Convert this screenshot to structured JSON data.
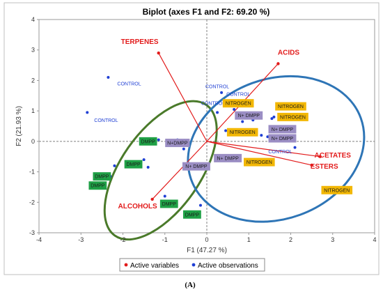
{
  "chart_data": {
    "type": "scatter",
    "title": "Biplot (axes F1 and F2: 69.20 %)",
    "xlabel": "F1 (47.27 %)",
    "ylabel": "F2 (21.93 %)",
    "xlim": [
      -4,
      4
    ],
    "ylim": [
      -3,
      4
    ],
    "x_ticks": [
      "-4",
      "-3",
      "-2",
      "-1",
      "0",
      "1",
      "2",
      "3",
      "4"
    ],
    "y_ticks": [
      "-3",
      "-2",
      "-1",
      "0",
      "1",
      "2",
      "3",
      "4"
    ],
    "grid": false,
    "legend_position": "bottom",
    "legend": [
      {
        "label": "Active variables",
        "color": "#e21b1b"
      },
      {
        "label": "Active observations",
        "color": "#1f3fd4"
      }
    ],
    "caption": "(A)",
    "colors": {
      "variables": "#e21b1b",
      "observations": "#1f3fd4",
      "group_alcohols": "#4a7a2a",
      "group_acids": "#2e75b6",
      "label_dmpp": "#1fa046",
      "label_n_dmpp": "#9b8ec4",
      "label_nitrogen": "#f2b705",
      "label_control": "#1f3fd4"
    },
    "variables": [
      {
        "name": "TERPENES",
        "x": -1.15,
        "y": 2.9,
        "label_x": -1.6,
        "label_y": 3.2
      },
      {
        "name": "ACIDS",
        "x": 1.7,
        "y": 2.55,
        "label_x": 1.95,
        "label_y": 2.85
      },
      {
        "name": "ACETATES",
        "x": 2.7,
        "y": -0.5,
        "label_x": 3.0,
        "label_y": -0.53
      },
      {
        "name": "ESTERS",
        "x": 2.5,
        "y": -0.78,
        "label_x": 2.8,
        "label_y": -0.9
      },
      {
        "name": "ALCOHOLS",
        "x": -1.3,
        "y": -1.9,
        "label_x": -1.65,
        "label_y": -2.2
      }
    ],
    "observations": [
      {
        "x": -2.35,
        "y": 2.1
      },
      {
        "x": -2.85,
        "y": 0.95
      },
      {
        "x": 0.35,
        "y": 1.6
      },
      {
        "x": 0.25,
        "y": 0.95
      },
      {
        "x": 0.65,
        "y": 1.05
      },
      {
        "x": 0.45,
        "y": 0.35
      },
      {
        "x": 0.85,
        "y": 0.65
      },
      {
        "x": 1.1,
        "y": 0.7
      },
      {
        "x": 1.3,
        "y": 0.2
      },
      {
        "x": 1.45,
        "y": 0.15
      },
      {
        "x": 1.55,
        "y": 0.75
      },
      {
        "x": 1.6,
        "y": 0.8
      },
      {
        "x": 2.1,
        "y": -0.2
      },
      {
        "x": 3.35,
        "y": -1.55
      },
      {
        "x": -0.7,
        "y": 0.05
      },
      {
        "x": -0.55,
        "y": -0.25
      },
      {
        "x": -1.15,
        "y": 0.05
      },
      {
        "x": -1.5,
        "y": -0.6
      },
      {
        "x": -1.4,
        "y": -0.85
      },
      {
        "x": -2.2,
        "y": -0.8
      },
      {
        "x": -2.3,
        "y": -1.15
      },
      {
        "x": -1.0,
        "y": -1.8
      },
      {
        "x": -0.15,
        "y": -2.1
      },
      {
        "x": 0.7,
        "y": 0.35
      }
    ],
    "observation_labels": [
      {
        "text": "CONTROL",
        "kind": "control",
        "x": -1.85,
        "y": 1.9
      },
      {
        "text": "CONTROL",
        "kind": "control",
        "x": -2.4,
        "y": 0.7
      },
      {
        "text": "CONTROL",
        "kind": "control",
        "x": 0.25,
        "y": 1.8
      },
      {
        "text": "CONTROL",
        "kind": "control",
        "x": 0.75,
        "y": 1.55
      },
      {
        "text": "CONTROL",
        "kind": "control",
        "x": 0.15,
        "y": 1.25
      },
      {
        "text": "CONTROL",
        "kind": "control",
        "x": 1.75,
        "y": -0.33
      },
      {
        "text": "NITROGEN",
        "kind": "nitrogen",
        "x": 0.75,
        "y": 1.25
      },
      {
        "text": "NITROGEN",
        "kind": "nitrogen",
        "x": 2.0,
        "y": 1.15
      },
      {
        "text": "NITROGEN",
        "kind": "nitrogen",
        "x": 2.05,
        "y": 0.8
      },
      {
        "text": "NITROGEN",
        "kind": "nitrogen",
        "x": 0.85,
        "y": 0.3
      },
      {
        "text": "NITROGEN",
        "kind": "nitrogen",
        "x": 1.25,
        "y": -0.68
      },
      {
        "text": "NITROGEN",
        "kind": "nitrogen",
        "x": 3.1,
        "y": -1.6
      },
      {
        "text": "N+ DMPP",
        "kind": "ndmpp",
        "x": 1.0,
        "y": 0.85
      },
      {
        "text": "N+ DMPP",
        "kind": "ndmpp",
        "x": 1.8,
        "y": 0.4
      },
      {
        "text": "N+ DMPP",
        "kind": "ndmpp",
        "x": 1.8,
        "y": 0.1
      },
      {
        "text": "N+ DMPP",
        "kind": "ndmpp",
        "x": 0.5,
        "y": -0.55
      },
      {
        "text": "N+DMPP",
        "kind": "ndmpp",
        "x": -0.7,
        "y": -0.05
      },
      {
        "text": "N+ DMPP",
        "kind": "ndmpp",
        "x": -0.25,
        "y": -0.82
      },
      {
        "text": "DMPP",
        "kind": "dmpp",
        "x": -1.4,
        "y": 0.0
      },
      {
        "text": "DMPP",
        "kind": "dmpp",
        "x": -1.75,
        "y": -0.75
      },
      {
        "text": "DMPP",
        "kind": "dmpp",
        "x": -2.5,
        "y": -1.15
      },
      {
        "text": "DMPP",
        "kind": "dmpp",
        "x": -2.6,
        "y": -1.45
      },
      {
        "text": "DMPP",
        "kind": "dmpp",
        "x": -0.9,
        "y": -2.05
      },
      {
        "text": "DMPP",
        "kind": "dmpp",
        "x": -0.35,
        "y": -2.4
      }
    ],
    "groups": [
      {
        "kind": "alcohols",
        "cx": -1.1,
        "cy": -0.95,
        "rx": 1.9,
        "ry": 1.3,
        "angle_deg": -55
      },
      {
        "kind": "acids",
        "cx": 1.65,
        "cy": -0.25,
        "rx": 2.15,
        "ry": 2.3,
        "angle_deg": -20
      }
    ]
  }
}
